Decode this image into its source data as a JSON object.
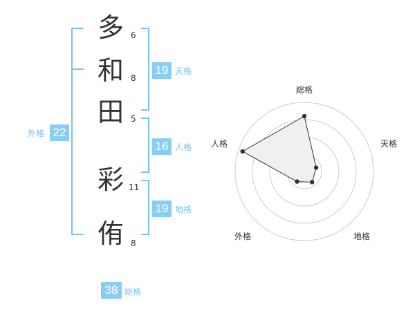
{
  "name": {
    "kanji": [
      {
        "char": "多",
        "strokes": "6"
      },
      {
        "char": "和",
        "strokes": "8"
      },
      {
        "char": "田",
        "strokes": "5"
      },
      {
        "char": "彩",
        "strokes": "11"
      },
      {
        "char": "侑",
        "strokes": "8"
      }
    ]
  },
  "scores": {
    "tenkaku": {
      "value": "19",
      "label": "天格"
    },
    "jinkaku": {
      "value": "16",
      "label": "人格"
    },
    "chikaku": {
      "value": "19",
      "label": "地格"
    },
    "gaikaku": {
      "value": "22",
      "label": "外格"
    },
    "soukaku": {
      "value": "38",
      "label": "総格"
    }
  },
  "chart_data": {
    "type": "radar",
    "axes": [
      "総格",
      "天格",
      "地格",
      "外格",
      "人格"
    ],
    "values": [
      4,
      0.9,
      0.95,
      0.9,
      4.7
    ],
    "rmax": 5,
    "rings": 4,
    "colors": {
      "line": "#333333",
      "fill": "#f0f0f0",
      "ring": "#cccccc",
      "center": "#cccccc"
    }
  }
}
